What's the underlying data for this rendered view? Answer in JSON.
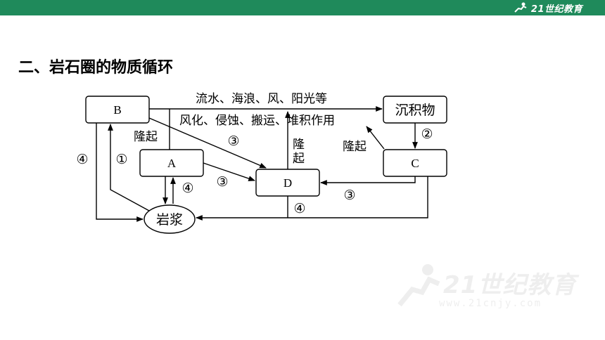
{
  "header": {
    "logo_text": "21世纪教育",
    "bar_color": "#1f8a5b"
  },
  "title": "二、岩石圈的物质循环",
  "diagram": {
    "nodes": {
      "B": "B",
      "A": "A",
      "D": "D",
      "C": "C",
      "sediment": "沉积物",
      "magma": "岩浆"
    },
    "labels": {
      "top_line1": "流水、海浪、风、阳光等",
      "top_line2": "风化、侵蚀、搬运、堆积作用",
      "uplift_a_to_b": "隆起",
      "uplift_d_to_top": "隆\n起",
      "uplift_c_to_sediment": "隆起",
      "circled_1": "①",
      "circled_2": "②",
      "circled_3_b_to_d": "③",
      "circled_3_a_to_d": "③",
      "circled_3_c_to_d": "③",
      "circled_4_b_to_magma": "④",
      "circled_4_a_to_magma": "④",
      "circled_4_bottom": "④"
    },
    "line_color": "#000000"
  },
  "watermark": {
    "text": "21世纪教育",
    "url": "www.21cnjy.com"
  }
}
